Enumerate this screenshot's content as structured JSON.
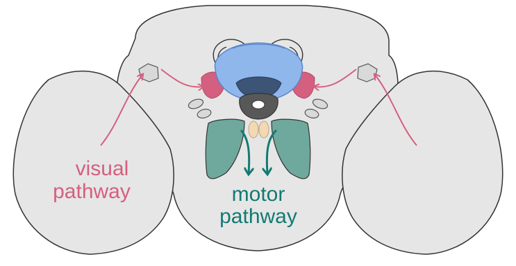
{
  "labels": {
    "visual_line1": "visual",
    "visual_line2": "pathway",
    "motor_line1": "motor",
    "motor_line2": "pathway"
  },
  "colors": {
    "brain_fill": "#e6e6e6",
    "outline": "#333333",
    "visual": "#d45f7f",
    "motor": "#127a72",
    "central_complex": "#8fb7ec",
    "central_complex_edge": "#5a86c9",
    "fan_body": "#3c5475",
    "noduli": "#585858",
    "lal": "#6fa89d",
    "small_bodies": "#f2d9b2"
  }
}
